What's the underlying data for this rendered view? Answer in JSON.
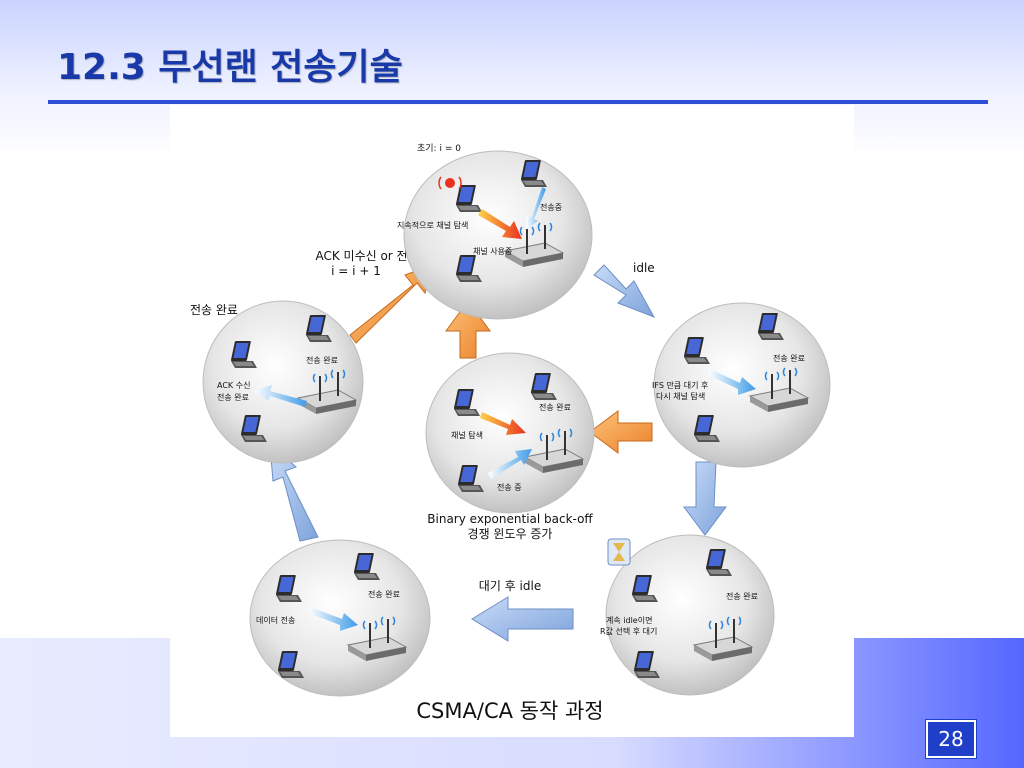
{
  "slide": {
    "title": "12.3 무선랜 전송기술",
    "page_number": "28"
  },
  "diagram": {
    "caption": "CSMA/CA 동작 과정",
    "top_node": {
      "initial": "초기: i = 0",
      "continuous_sense": "지속적으로 채널 탐색",
      "transmitting": "전송중",
      "channel_busy": "채널 사용중"
    },
    "left_node": {
      "outside_label": "전송 완료",
      "done": "전송 완료",
      "ack_line1": "ACK  수신",
      "ack_line2": "전송 완료"
    },
    "right_node": {
      "done": "전송 완료",
      "ifs_line1": "IFS 만큼 대기 후",
      "ifs_line2": "다시 채널 탐색"
    },
    "center_node": {
      "done": "전송 완료",
      "sense": "채널 탐색",
      "transmitting": "전송 중",
      "backoff_line1": "Binary exponential back-off",
      "backoff_line2": "경쟁 윈도우 증가"
    },
    "bottom_left_node": {
      "done": "전송 완료",
      "data_tx": "데이터 전송"
    },
    "bottom_right_node": {
      "done": "전송 완료",
      "idle_line1": "계속 idle이면",
      "idle_line2": "R값 선택 후 대기"
    },
    "edges": {
      "ack_fail_line1": "ACK 미수신 or 전송 실패",
      "ack_fail_line2": "i =   i + 1",
      "idle": "idle",
      "wait_idle": "대기 후 idle"
    }
  },
  "colors": {
    "title": "#1a39a8",
    "rule": "#2d4fd6",
    "badge": "#1f3fc8",
    "arrow_orange": "#f39a3a",
    "arrow_blue": "#8fb2e6"
  }
}
